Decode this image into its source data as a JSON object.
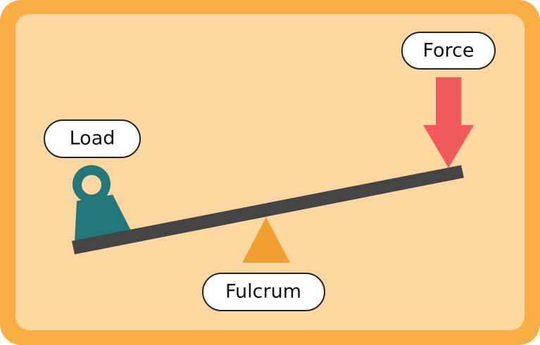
{
  "diagram": {
    "title": "Lever",
    "labels": {
      "force": "Force",
      "load": "Load",
      "fulcrum": "Fulcrum"
    },
    "colors": {
      "frame": "#f9ae43",
      "panel": "#fcd8a0",
      "beam": "#444444",
      "load": "#22777a",
      "fulcrum": "#f0a030",
      "force_arrow": "#f05a5a"
    }
  }
}
